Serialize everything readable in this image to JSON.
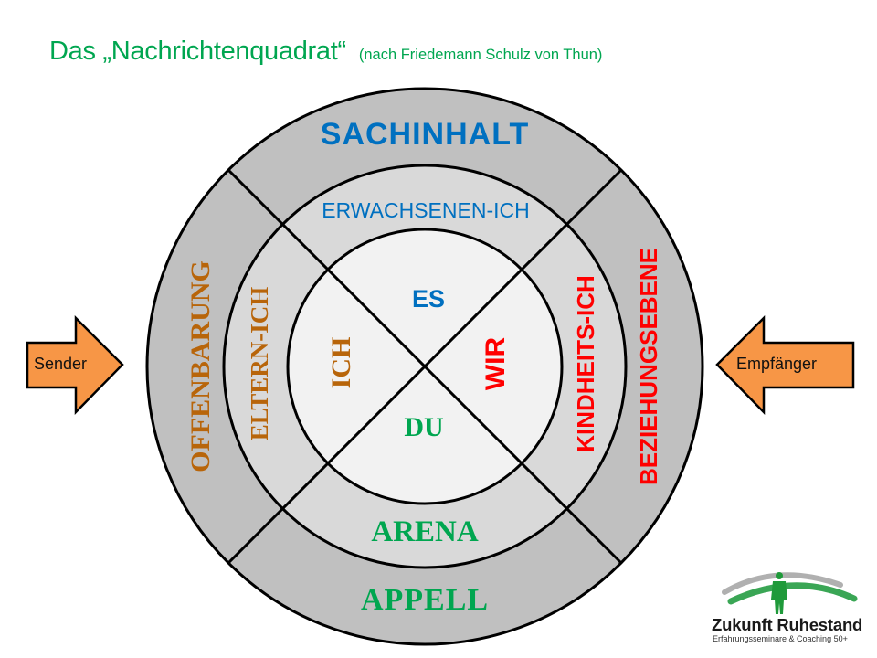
{
  "title": {
    "main": "Das „Nachrichtenquadrat“",
    "subtitle": "(nach Friedemann Schulz von Thun)"
  },
  "diagram": {
    "outer_ring": {
      "top": "SACHINHALT",
      "left": "OFFENBARUNG",
      "right": "BEZIEHUNGSEBENE",
      "bottom": "APPELL"
    },
    "middle_ring": {
      "top": "ERWACHSENEN-ICH",
      "left": "ELTERN-ICH",
      "right": "KINDHEITS-ICH",
      "bottom": "ARENA"
    },
    "inner_circle": {
      "top": "ES",
      "left": "ICH",
      "right": "WIR",
      "bottom": "DU"
    }
  },
  "arrows": {
    "left": "Sender",
    "right": "Empfänger"
  },
  "logo": {
    "name": "Zukunft Ruhestand",
    "tagline": "Erfahrungsseminare & Coaching 50+"
  },
  "colors": {
    "title_green": "#00a650",
    "blue": "#0070c0",
    "brown": "#b8650a",
    "red": "#ff0000",
    "green": "#00a650",
    "outer_ring": "#c0c0c0",
    "middle_ring": "#d9d9d9",
    "inner_circle": "#f2f2f2",
    "arrow_fill": "#f79646"
  }
}
